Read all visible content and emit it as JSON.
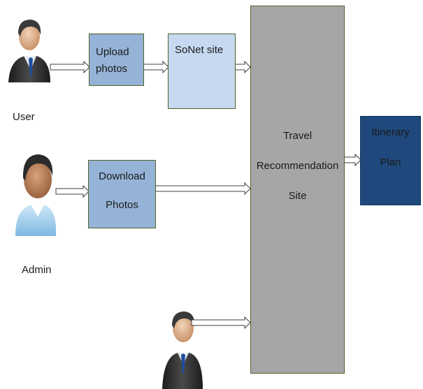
{
  "actors": {
    "user_label": "User",
    "admin_label": "Admin"
  },
  "boxes": {
    "upload": {
      "line1": "Upload",
      "line2": "photos"
    },
    "sonet": {
      "line1": "SoNet site"
    },
    "download": {
      "line1": "Download",
      "line2": "Photos"
    },
    "travel": {
      "line1": "Travel",
      "line2": "Recommendation",
      "line3": "Site"
    },
    "itinerary": {
      "line1": "Itinerary",
      "line2": "Plan"
    }
  },
  "colors": {
    "upload_fill": "#95b3d7",
    "sonet_fill": "#c6d9f1",
    "download_fill": "#95b3d7",
    "travel_fill": "#a6a6a6",
    "itinerary_fill": "#1f497d",
    "border": "#4f6228",
    "arrow_stroke": "#404040"
  }
}
